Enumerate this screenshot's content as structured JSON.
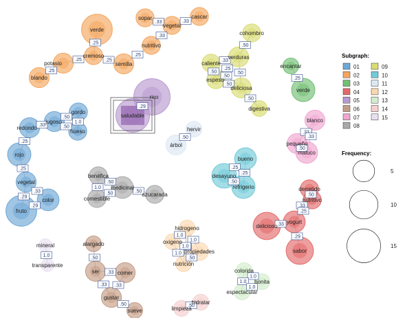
{
  "chart_data": {
    "type": "network",
    "legend": {
      "subgraph_title": "Subgraph:",
      "subgraphs": [
        {
          "id": "01",
          "color": "#6fa8d6"
        },
        {
          "id": "02",
          "color": "#f4a65e"
        },
        {
          "id": "03",
          "color": "#72c073"
        },
        {
          "id": "04",
          "color": "#e46a6a"
        },
        {
          "id": "05",
          "color": "#b89ad0"
        },
        {
          "id": "06",
          "color": "#c49c86"
        },
        {
          "id": "07",
          "color": "#f0a6d0"
        },
        {
          "id": "08",
          "color": "#a9a9a9"
        },
        {
          "id": "09",
          "color": "#d9dc72"
        },
        {
          "id": "10",
          "color": "#72cbd9"
        },
        {
          "id": "11",
          "color": "#dde8f3"
        },
        {
          "id": "12",
          "color": "#fbd8b0"
        },
        {
          "id": "13",
          "color": "#d3eccd"
        },
        {
          "id": "14",
          "color": "#f5cfcf"
        },
        {
          "id": "15",
          "color": "#e8e0ef"
        }
      ],
      "frequency_title": "Frequency:",
      "frequencies": [
        5,
        10,
        15
      ]
    },
    "nodes": [
      {
        "label": "verde",
        "group": "02",
        "freq": 12
      },
      {
        "label": "sopar",
        "group": "02",
        "freq": 3
      },
      {
        "label": "cascar",
        "group": "02",
        "freq": 3
      },
      {
        "label": "vegetal",
        "group": "02",
        "freq": 3
      },
      {
        "label": "nutritivo",
        "group": "02",
        "freq": 3
      },
      {
        "label": "cremoso",
        "group": "02",
        "freq": 3
      },
      {
        "label": "potasio",
        "group": "02",
        "freq": 4
      },
      {
        "label": "semilla",
        "group": "02",
        "freq": 4
      },
      {
        "label": "blando",
        "group": "02",
        "freq": 4
      },
      {
        "label": "cohombro",
        "group": "09",
        "freq": 3
      },
      {
        "label": "verduras",
        "group": "09",
        "freq": 4
      },
      {
        "label": "caliente",
        "group": "09",
        "freq": 3
      },
      {
        "label": "espeso",
        "group": "09",
        "freq": 3
      },
      {
        "label": "deliciosa",
        "group": "09",
        "freq": 4
      },
      {
        "label": "digestiva",
        "group": "09",
        "freq": 2
      },
      {
        "label": "encantar",
        "group": "03",
        "freq": 2
      },
      {
        "label": "verde",
        "group": "03",
        "freq": 6
      },
      {
        "label": "rico",
        "group": "05",
        "freq": 18
      },
      {
        "label": "saludable",
        "group": "05",
        "freq": 15
      },
      {
        "label": "gordo",
        "group": "01",
        "freq": 3
      },
      {
        "label": "jugoso",
        "group": "01",
        "freq": 4
      },
      {
        "label": "redondo",
        "group": "01",
        "freq": 4
      },
      {
        "label": "hueso",
        "group": "01",
        "freq": 3
      },
      {
        "label": "rojo",
        "group": "01",
        "freq": 6
      },
      {
        "label": "vegetal",
        "group": "01",
        "freq": 4
      },
      {
        "label": "color",
        "group": "01",
        "freq": 5
      },
      {
        "label": "fruto",
        "group": "01",
        "freq": 12
      },
      {
        "label": "hervir",
        "group": "11",
        "freq": 2
      },
      {
        "label": "árbol",
        "group": "11",
        "freq": 4
      },
      {
        "label": "blanco",
        "group": "07",
        "freq": 4
      },
      {
        "label": "pequeño",
        "group": "07",
        "freq": 4
      },
      {
        "label": "maluco",
        "group": "07",
        "freq": 5
      },
      {
        "label": "bueno",
        "group": "10",
        "freq": 5
      },
      {
        "label": "desayuno",
        "group": "10",
        "freq": 7
      },
      {
        "label": "refrigerio",
        "group": "10",
        "freq": 6
      },
      {
        "label": "benéfica",
        "group": "08",
        "freq": 3
      },
      {
        "label": "medicinal",
        "group": "08",
        "freq": 5
      },
      {
        "label": "comestible",
        "group": "08",
        "freq": 3
      },
      {
        "label": "azucarada",
        "group": "08",
        "freq": 3
      },
      {
        "label": "derretido",
        "group": "04",
        "freq": 3
      },
      {
        "label": "nutritivo",
        "group": "04",
        "freq": 3
      },
      {
        "label": "delicioso",
        "group": "04",
        "freq": 9
      },
      {
        "label": "yogurt",
        "group": "04",
        "freq": 5
      },
      {
        "label": "sabor",
        "group": "04",
        "freq": 9
      },
      {
        "label": "hidrogeno",
        "group": "12",
        "freq": 2
      },
      {
        "label": "oxigeno",
        "group": "12",
        "freq": 2
      },
      {
        "label": "propiedades",
        "group": "12",
        "freq": 3
      },
      {
        "label": "nutrición",
        "group": "12",
        "freq": 2
      },
      {
        "label": "mineral",
        "group": "15",
        "freq": 1
      },
      {
        "label": "transparente",
        "group": "15",
        "freq": 1
      },
      {
        "label": "alargado",
        "group": "06",
        "freq": 2
      },
      {
        "label": "ser",
        "group": "06",
        "freq": 4
      },
      {
        "label": "comer",
        "group": "06",
        "freq": 4
      },
      {
        "label": "gustar",
        "group": "06",
        "freq": 4
      },
      {
        "label": "sueve",
        "group": "06",
        "freq": 2
      },
      {
        "label": "colorida",
        "group": "13",
        "freq": 2
      },
      {
        "label": "bonita",
        "group": "13",
        "freq": 2
      },
      {
        "label": "espectacular",
        "group": "13",
        "freq": 2
      },
      {
        "label": "limpieza",
        "group": "14",
        "freq": 2
      },
      {
        "label": "hidratar",
        "group": "14",
        "freq": 2
      }
    ],
    "edges": [
      {
        "source": "verde",
        "target": "cremoso",
        "weight": ".25"
      },
      {
        "source": "sopar",
        "target": "vegetal",
        "weight": ".33"
      },
      {
        "source": "cascar",
        "target": "vegetal",
        "weight": ".33"
      },
      {
        "source": "vegetal",
        "target": "nutritivo",
        "weight": ".33"
      },
      {
        "source": "nutritivo",
        "target": "semilla",
        "weight": ".25"
      },
      {
        "source": "cremoso",
        "target": "potasio",
        "weight": ".25"
      },
      {
        "source": "cremoso",
        "target": "semilla",
        "weight": ".25"
      },
      {
        "source": "potasio",
        "target": "blando",
        "weight": ".25"
      },
      {
        "source": "cohombro",
        "target": "verduras",
        "weight": ".50"
      },
      {
        "source": "verduras",
        "target": "caliente",
        "weight": ".33"
      },
      {
        "source": "verduras",
        "target": "espeso",
        "weight": ".25"
      },
      {
        "source": "verduras",
        "target": "deliciosa",
        "weight": ".50"
      },
      {
        "source": "caliente",
        "target": "espeso",
        "weight": ".50"
      },
      {
        "source": "caliente",
        "target": "deliciosa",
        "weight": ".50"
      },
      {
        "source": "espeso",
        "target": "deliciosa",
        "weight": ".50"
      },
      {
        "source": "deliciosa",
        "target": "digestiva",
        "weight": ".50"
      },
      {
        "source": "encantar",
        "target": "verde",
        "weight": ".25"
      },
      {
        "source": "rico",
        "target": "saludable",
        "weight": ".29"
      },
      {
        "source": "gordo",
        "target": "jugoso",
        "weight": ".50"
      },
      {
        "source": "jugoso",
        "target": "redondo",
        "weight": ".33"
      },
      {
        "source": "jugoso",
        "target": "hueso",
        "weight": ".50"
      },
      {
        "source": "gordo",
        "target": "hueso",
        "weight": "1.0"
      },
      {
        "source": "redondo",
        "target": "rojo",
        "weight": ".25"
      },
      {
        "source": "rojo",
        "target": "vegetal",
        "weight": ".25"
      },
      {
        "source": "vegetal",
        "target": "color",
        "weight": ".33"
      },
      {
        "source": "vegetal",
        "target": "fruto",
        "weight": ".29"
      },
      {
        "source": "fruto",
        "target": "color",
        "weight": ".29"
      },
      {
        "source": "hervir",
        "target": "árbol",
        "weight": ".50"
      },
      {
        "source": "blanco",
        "target": "pequeño",
        "weight": ".33"
      },
      {
        "source": "pequeño",
        "target": "maluco",
        "weight": ".50"
      },
      {
        "source": "blanco",
        "target": "maluco",
        "weight": ".33"
      },
      {
        "source": "bueno",
        "target": "desayuno",
        "weight": ".25"
      },
      {
        "source": "bueno",
        "target": "refrigerio",
        "weight": ".25"
      },
      {
        "source": "desayuno",
        "target": "refrigerio",
        "weight": ".50"
      },
      {
        "source": "benéfica",
        "target": "medicinal",
        "weight": ".50"
      },
      {
        "source": "benéfica",
        "target": "comestible",
        "weight": "1.0"
      },
      {
        "source": "comestible",
        "target": "medicinal",
        "weight": ".50"
      },
      {
        "source": "medicinal",
        "target": "azucarada",
        "weight": ".50"
      },
      {
        "source": "derretido",
        "target": "nutritivo",
        "weight": ".50"
      },
      {
        "source": "derretido",
        "target": "yogurt",
        "weight": ".33"
      },
      {
        "source": "nutritivo",
        "target": "yogurt",
        "weight": ".25"
      },
      {
        "source": "delicioso",
        "target": "yogurt",
        "weight": ".33"
      },
      {
        "source": "yogurt",
        "target": "sabor",
        "weight": ".29"
      },
      {
        "source": "hidrogeno",
        "target": "propiedades",
        "weight": "1.0"
      },
      {
        "source": "oxigeno",
        "target": "hidrogeno",
        "weight": "1.0"
      },
      {
        "source": "oxigeno",
        "target": "propiedades",
        "weight": "1.0"
      },
      {
        "source": "oxigeno",
        "target": "nutrición",
        "weight": "1.0"
      },
      {
        "source": "hidrogeno",
        "target": "nutrición",
        "weight": "1.0"
      },
      {
        "source": "propiedades",
        "target": "nutrición",
        "weight": ".50"
      },
      {
        "source": "mineral",
        "target": "transparente",
        "weight": "1.0"
      },
      {
        "source": "alargado",
        "target": "ser",
        "weight": ".50"
      },
      {
        "source": "ser",
        "target": "comer",
        "weight": ".33"
      },
      {
        "source": "ser",
        "target": "gustar",
        "weight": ".33"
      },
      {
        "source": "comer",
        "target": "gustar",
        "weight": ".33"
      },
      {
        "source": "gustar",
        "target": "sueve",
        "weight": ".50"
      },
      {
        "source": "colorida",
        "target": "bonita",
        "weight": "1.0"
      },
      {
        "source": "colorida",
        "target": "espectacular",
        "weight": "1.0"
      },
      {
        "source": "bonita",
        "target": "espectacular",
        "weight": "1.0"
      },
      {
        "source": "limpieza",
        "target": "hidratar",
        "weight": ".50"
      }
    ]
  }
}
